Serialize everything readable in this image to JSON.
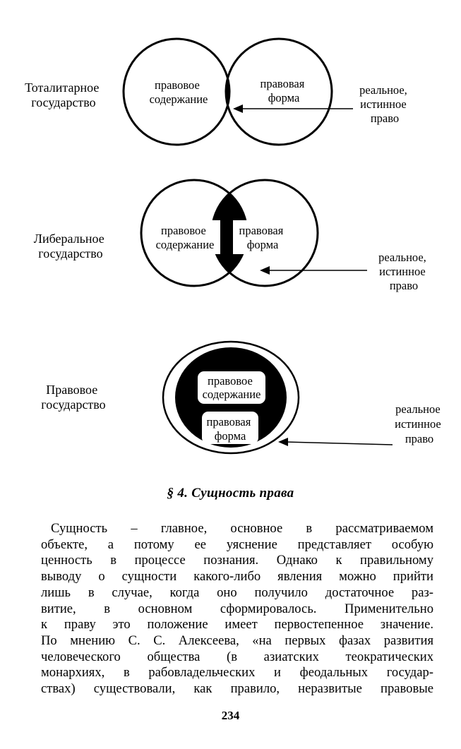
{
  "diagram": {
    "totalitarian": {
      "state_label": [
        "Тоталитарное",
        "государство"
      ],
      "content_label": [
        "правовое",
        "содержание"
      ],
      "form_label": [
        "правовая",
        "форма"
      ],
      "law_label": [
        "реальное,",
        "истинное",
        "право"
      ]
    },
    "liberal": {
      "state_label": [
        "Либеральное",
        "государство"
      ],
      "content_label": [
        "правовое",
        "содержание"
      ],
      "form_label": [
        "правовая",
        "форма"
      ],
      "law_label": [
        "реальное,",
        "истинное",
        "право"
      ]
    },
    "legal": {
      "state_label": [
        "Правовое",
        "государство"
      ],
      "content_label": [
        "правовое",
        "содержание"
      ],
      "form_label": [
        "правовая",
        "форма"
      ],
      "law_label": [
        "реальное",
        "истинное",
        "право"
      ]
    }
  },
  "section": {
    "heading": "§ 4. Сущность права",
    "lines": [
      "Сущность – главное, основное в рассматриваемом",
      "объекте, а потому ее уяснение представляет особую",
      "ценность в процессе познания. Однако к правильному",
      "выводу о сущности какого-либо явления можно прийти",
      "лишь в случае, когда оно получило достаточное раз-",
      "витие, в основном сформировалось. Применительно",
      "к праву это положение имеет первостепенное значение.",
      "По мнению С. С. Алексеева, «на первых фазах развития",
      "человеческого общества (в азиатских теократических",
      "монархиях, в рабовладельческих и феодальных государ-",
      "ствах) существовали, как правило, неразвитые правовые"
    ]
  },
  "page_number": "234"
}
